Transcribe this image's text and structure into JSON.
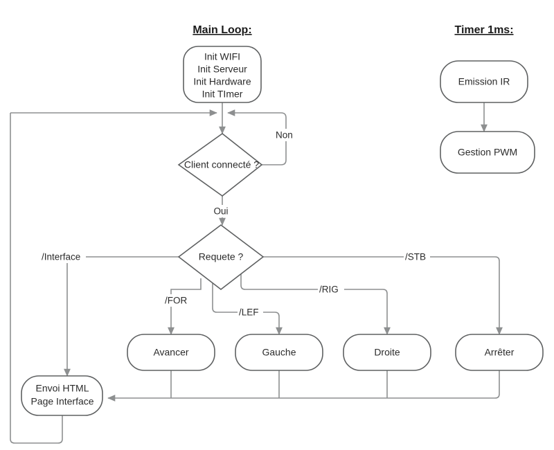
{
  "diagram": {
    "title_main": "Main Loop:",
    "title_timer": "Timer 1ms:",
    "stroke_color": "#5e6061",
    "edge_color": "#8d8f90",
    "text_color": "#2b2b2b",
    "background": "#ffffff"
  },
  "nodes": {
    "init": {
      "line1": "Init WIFI",
      "line2": "Init Serveur",
      "line3": "Init Hardware",
      "line4": "Init TImer"
    },
    "client_connecte": {
      "label": "Client connecté ?"
    },
    "requete": {
      "label": "Requete ?"
    },
    "avancer": {
      "label": "Avancer"
    },
    "gauche": {
      "label": "Gauche"
    },
    "droite": {
      "label": "Droite"
    },
    "arreter": {
      "label": "Arrêter"
    },
    "envoi_html": {
      "line1": "Envoi HTML",
      "line2": "Page Interface"
    },
    "emission_ir": {
      "label": "Emission IR"
    },
    "gestion_pwm": {
      "label": "Gestion PWM"
    }
  },
  "edge_labels": {
    "non": "Non",
    "oui": "Oui",
    "interface": "/Interface",
    "forward": "/FOR",
    "left": "/LEF",
    "right": "/RIG",
    "stop": "/STB"
  }
}
